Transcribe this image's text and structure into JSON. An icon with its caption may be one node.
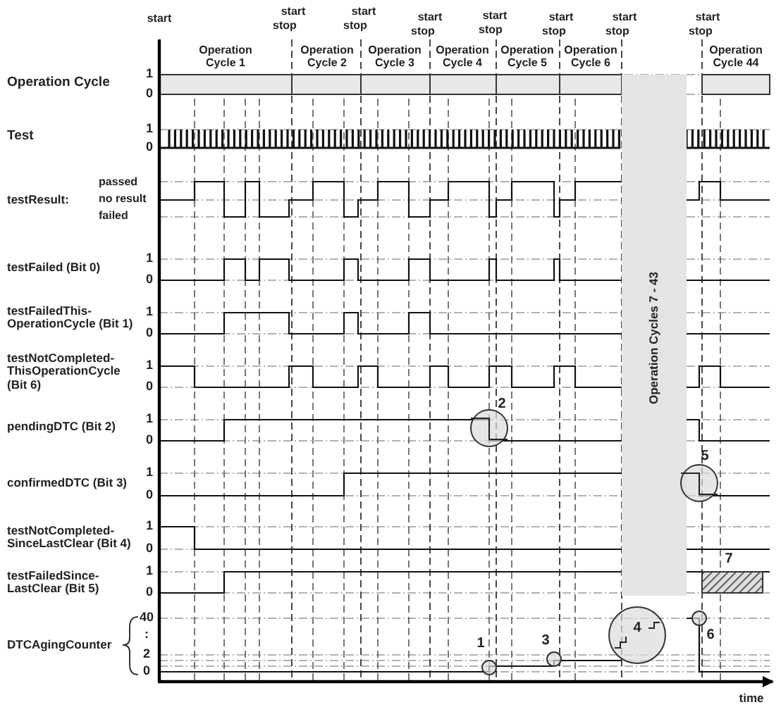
{
  "diagram": {
    "labels": [
      "start",
      "start",
      "stop",
      "start",
      "stop",
      "start",
      "stop",
      "start",
      "stop",
      "start",
      "stop",
      "start",
      "stop",
      "start",
      "stop",
      "Operation Cycle 1",
      "Operation Cycle 2",
      "Operation Cycle 3",
      "Operation Cycle 4",
      "Operation Cycle 5",
      "Operation Cycle 6",
      "Operation Cycle 44",
      "Operation Cycle",
      "1",
      "0",
      "Test",
      "1",
      "0",
      "testResult:",
      "passed",
      "no result",
      "failed",
      "testFailed (Bit 0)",
      "1",
      "0",
      "testFailedThis- OperationCycle (Bit 1)",
      "1",
      "0",
      "testNotCompleted- ThisOperationCycle (Bit 6)",
      "1",
      "0",
      "pendingDTC (Bit 2)",
      "1",
      "0",
      "confirmedDTC (Bit 3)",
      "1",
      "0",
      "testNotCompleted- SinceLastClear (Bit 4)",
      "1",
      "0",
      "testFailedSince- LastClear (Bit 5)",
      "1",
      "0",
      "DTCAgingCounter",
      "40",
      ":",
      "2",
      "0",
      "Operation Cycles 7 - 43",
      "2",
      "5",
      "7",
      "4",
      "6",
      "1",
      "3",
      "time"
    ]
  }
}
